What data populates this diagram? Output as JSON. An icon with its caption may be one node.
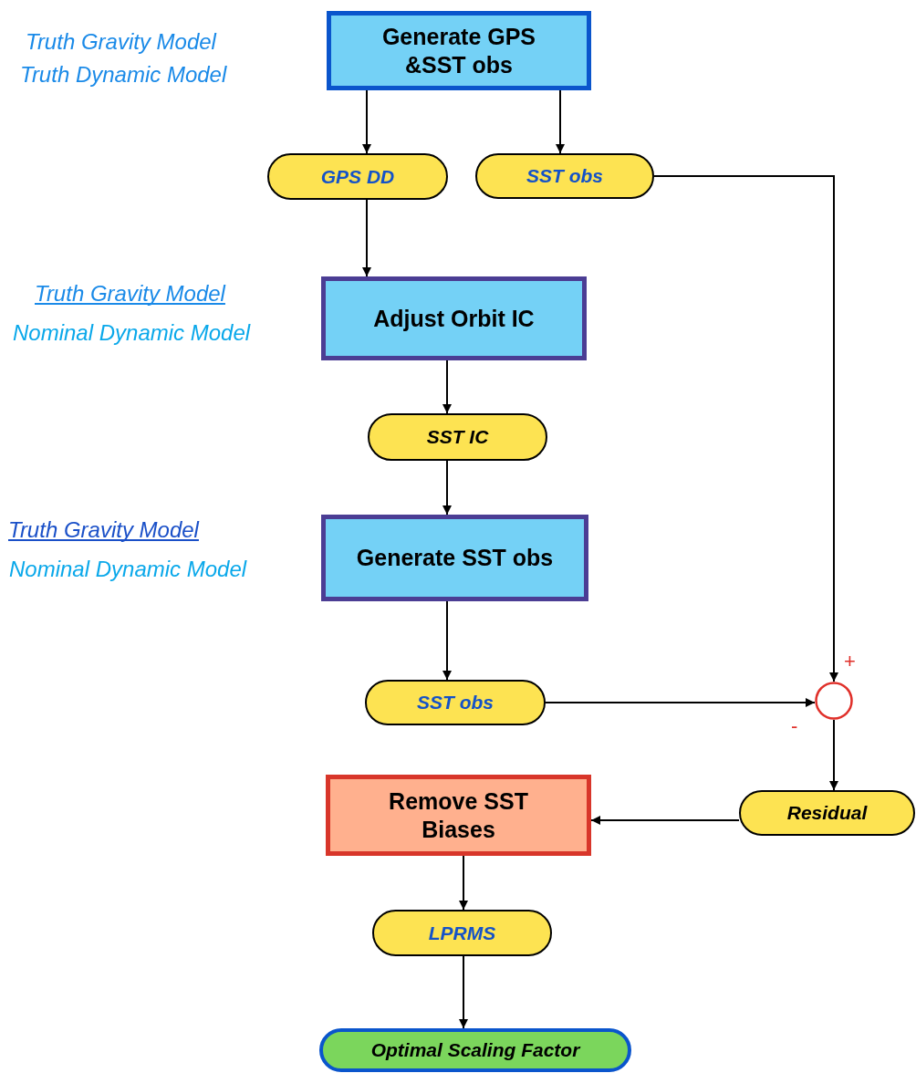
{
  "diagram": {
    "nodes": [
      {
        "text": [
          "Generate GPS &SST obs"
        ]
      },
      {
        "text": [
          "GPS DD"
        ]
      },
      {
        "text": [
          "SST obs"
        ]
      },
      {
        "text": [
          "Adjust Orbit IC"
        ]
      },
      {
        "text": [
          "SST IC"
        ]
      },
      {
        "text": [
          "Generate SST obs"
        ]
      },
      {
        "text": [
          "SST obs"
        ]
      },
      {
        "text": [],
        "shape": "circle",
        "beside": [
          "+",
          "-"
        ]
      },
      {
        "text": [
          "Remove SST Biases"
        ]
      },
      {
        "text": [
          "Residual"
        ]
      },
      {
        "text": [
          "LPRMS"
        ]
      },
      {
        "text": [
          "Optimal Scaling Factor"
        ]
      }
    ],
    "edges": [
      {
        "from": 0,
        "to": 1,
        "arrow": "to"
      },
      {
        "from": 0,
        "to": 2,
        "arrow": "to"
      },
      {
        "from": 2,
        "to": 7,
        "arrow": "to"
      },
      {
        "from": 1,
        "to": 3,
        "arrow": "to"
      },
      {
        "from": 3,
        "to": 4,
        "arrow": "to"
      },
      {
        "from": 4,
        "to": 5,
        "arrow": "to"
      },
      {
        "from": 5,
        "to": 6,
        "arrow": "to"
      },
      {
        "from": 6,
        "to": 7,
        "arrow": "to"
      },
      {
        "from": 7,
        "to": 9,
        "arrow": "to"
      },
      {
        "from": 9,
        "to": 8,
        "arrow": "to"
      },
      {
        "from": 8,
        "to": 10,
        "arrow": "to"
      },
      {
        "from": 10,
        "to": 11,
        "arrow": "to"
      }
    ],
    "labels": [
      "Truth Gravity Model",
      "Truth Dynamic Model",
      "Truth Gravity Model",
      "Nominal Dynamic Model",
      "Truth Gravity Model",
      "Nominal Dynamic Model"
    ]
  }
}
